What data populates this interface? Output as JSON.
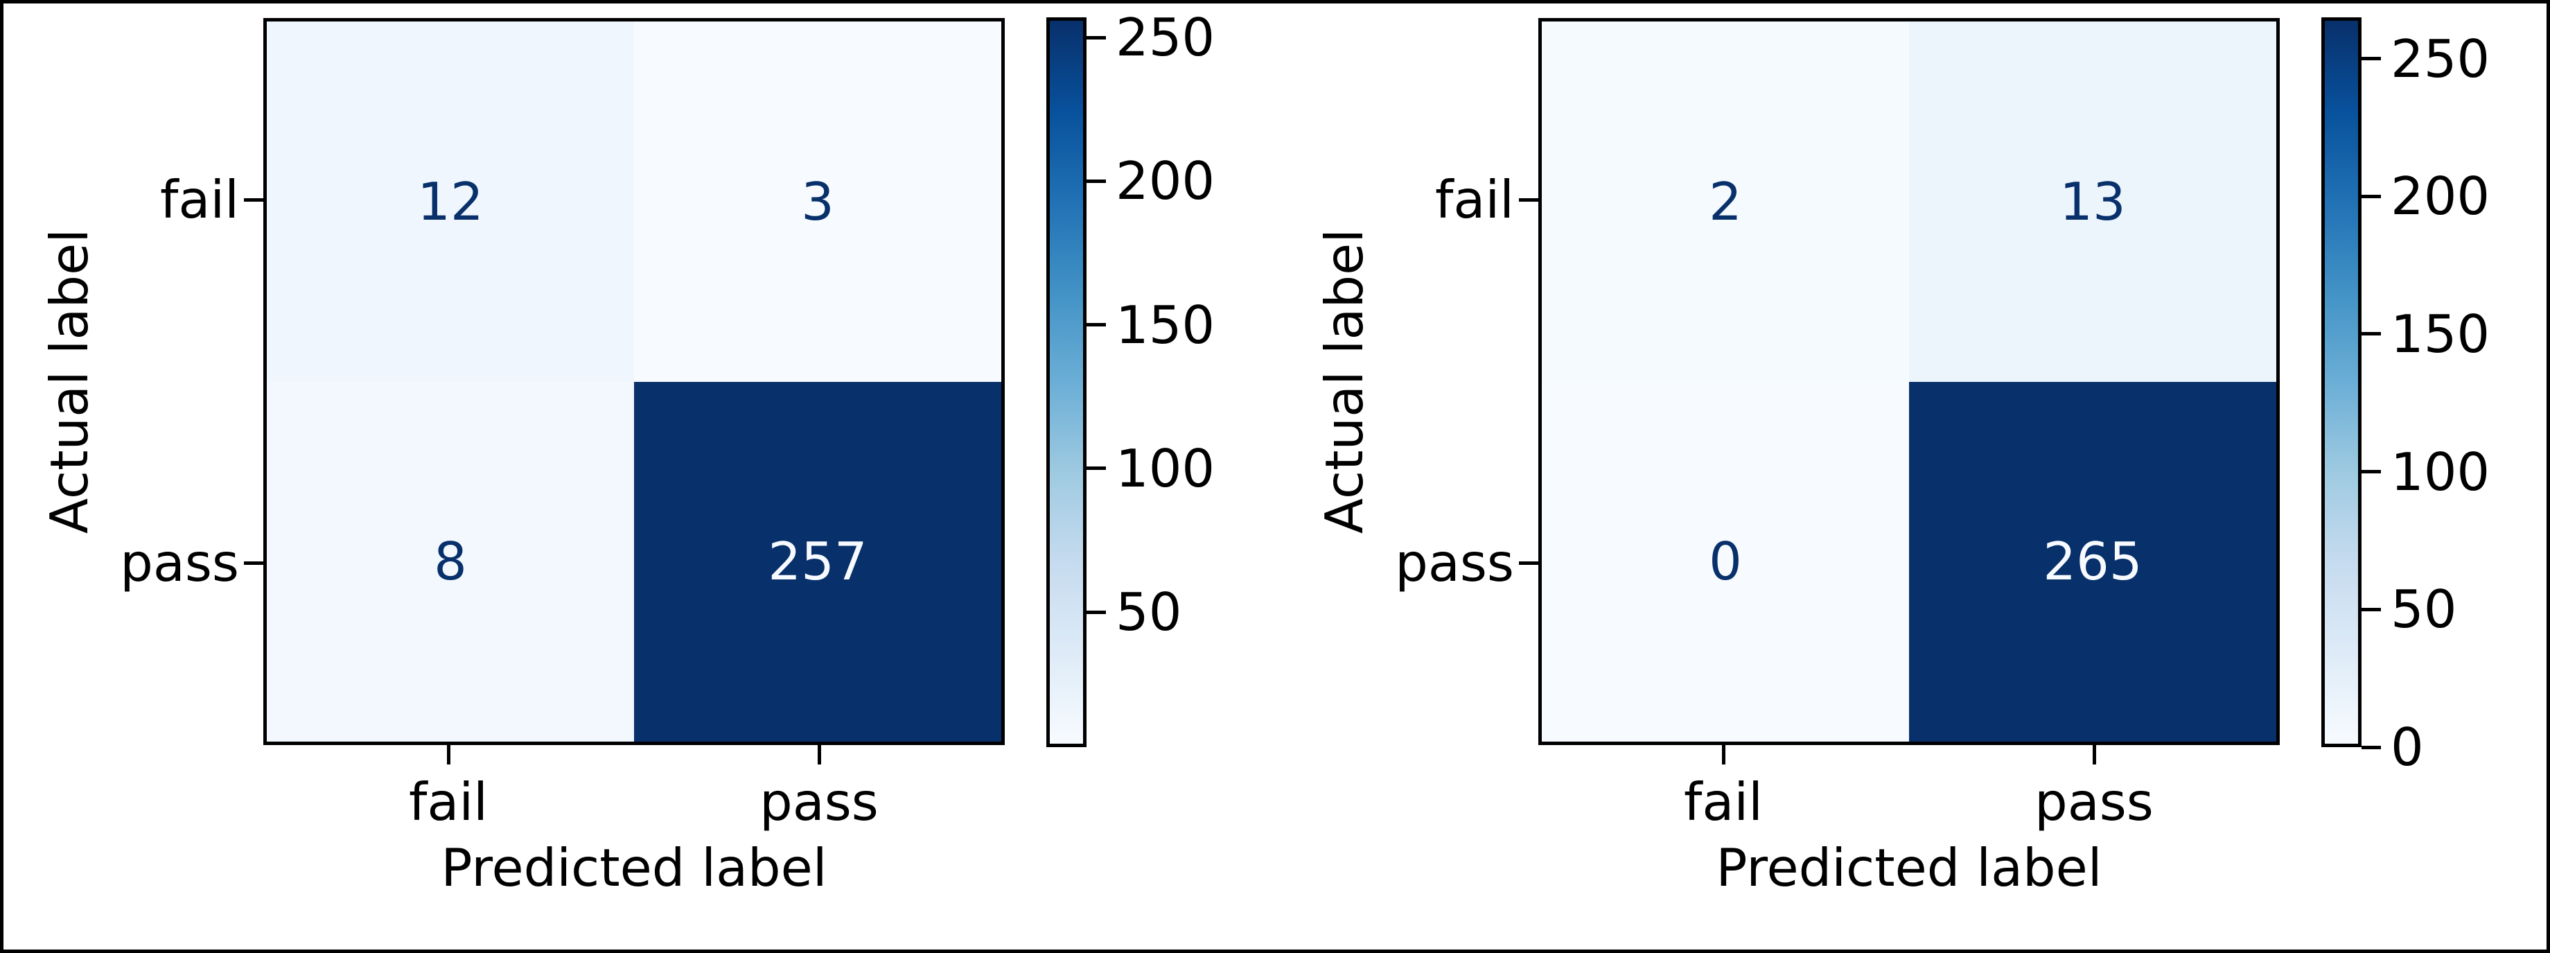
{
  "style": {
    "background": "#ffffff",
    "frame_color": "#000000",
    "annotation_dark": "#08306b",
    "annotation_light": "#f7fbff",
    "colormap_name": "Blues",
    "blues_anchors": [
      [
        247,
        251,
        255
      ],
      [
        222,
        235,
        247
      ],
      [
        198,
        219,
        239
      ],
      [
        158,
        202,
        225
      ],
      [
        107,
        174,
        214
      ],
      [
        66,
        146,
        198
      ],
      [
        33,
        113,
        181
      ],
      [
        8,
        81,
        156
      ],
      [
        8,
        48,
        107
      ]
    ]
  },
  "chart_data": [
    {
      "type": "heatmap",
      "x_label": "Predicted label",
      "y_label": "Actual label",
      "x_tick_labels": [
        "fail",
        "pass"
      ],
      "y_tick_labels": [
        "fail",
        "pass"
      ],
      "matrix": [
        [
          12,
          3
        ],
        [
          8,
          257
        ]
      ],
      "vmin": 3,
      "vmax": 257,
      "colorbar_ticks": [
        250,
        200,
        150,
        100,
        50
      ],
      "legend_position": "right-colorbar",
      "grid": false
    },
    {
      "type": "heatmap",
      "x_label": "Predicted label",
      "y_label": "Actual label",
      "x_tick_labels": [
        "fail",
        "pass"
      ],
      "y_tick_labels": [
        "fail",
        "pass"
      ],
      "matrix": [
        [
          2,
          13
        ],
        [
          0,
          265
        ]
      ],
      "vmin": 0,
      "vmax": 265,
      "colorbar_ticks": [
        250,
        200,
        150,
        100,
        50,
        0
      ],
      "legend_position": "right-colorbar",
      "grid": false
    }
  ]
}
